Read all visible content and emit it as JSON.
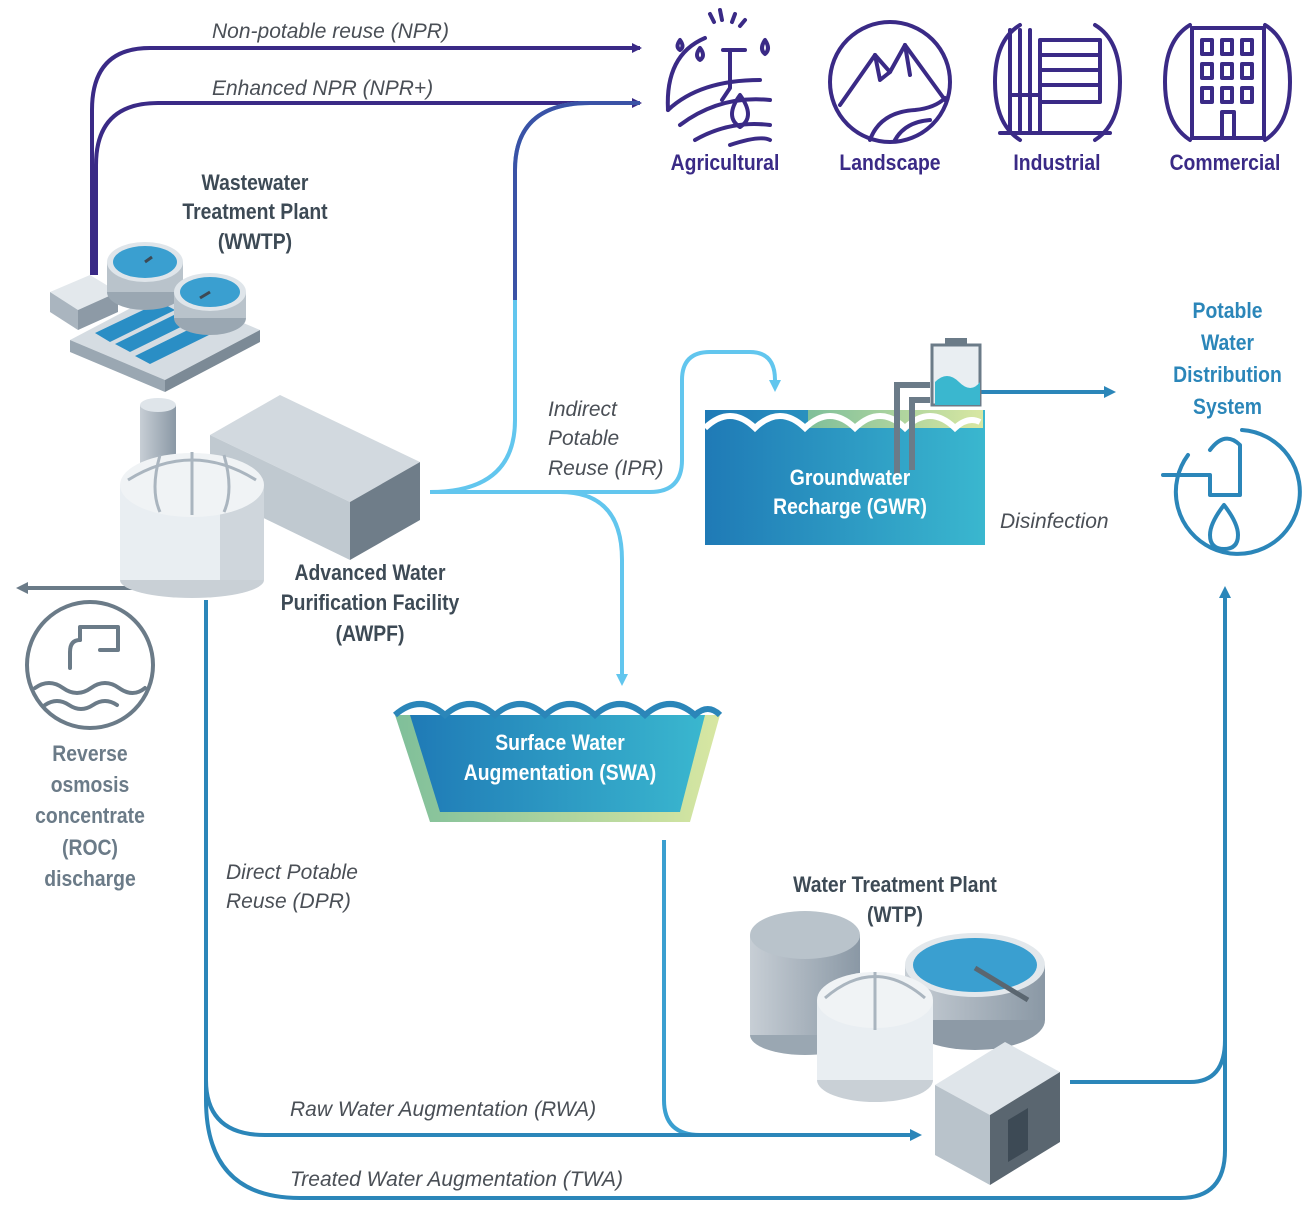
{
  "flows": {
    "npr": "Non-potable reuse (NPR)",
    "npr_plus": "Enhanced NPR (NPR+)",
    "ipr": "Indirect\nPotable\nReuse (IPR)",
    "dpr": "Direct Potable\nReuse (DPR)",
    "rwa": "Raw Water Augmentation (RWA)",
    "twa": "Treated Water Augmentation (TWA)",
    "disinfection": "Disinfection"
  },
  "uses": [
    {
      "label": "Agricultural",
      "icon": "agricultural-icon"
    },
    {
      "label": "Landscape",
      "icon": "landscape-icon"
    },
    {
      "label": "Industrial",
      "icon": "industrial-icon"
    },
    {
      "label": "Commercial",
      "icon": "commercial-icon"
    }
  ],
  "facilities": {
    "wwtp": "Wastewater\nTreatment Plant\n(WWTP)",
    "awpf": "Advanced Water\nPurification Facility\n(AWPF)",
    "gwr": "Groundwater\nRecharge (GWR)",
    "swa": "Surface Water\nAugmentation (SWA)",
    "wtp": "Water Treatment Plant\n(WTP)",
    "potable": "Potable\nWater\nDistribution\nSystem",
    "roc": "Reverse\nosmosis\nconcentrate\n(ROC)\ndischarge"
  },
  "colors": {
    "purple": "#3a2a86",
    "light_blue": "#62c6ee",
    "mid_blue": "#2b86b9",
    "gray": "#6b7b88",
    "dark_text": "#3d4a55"
  }
}
